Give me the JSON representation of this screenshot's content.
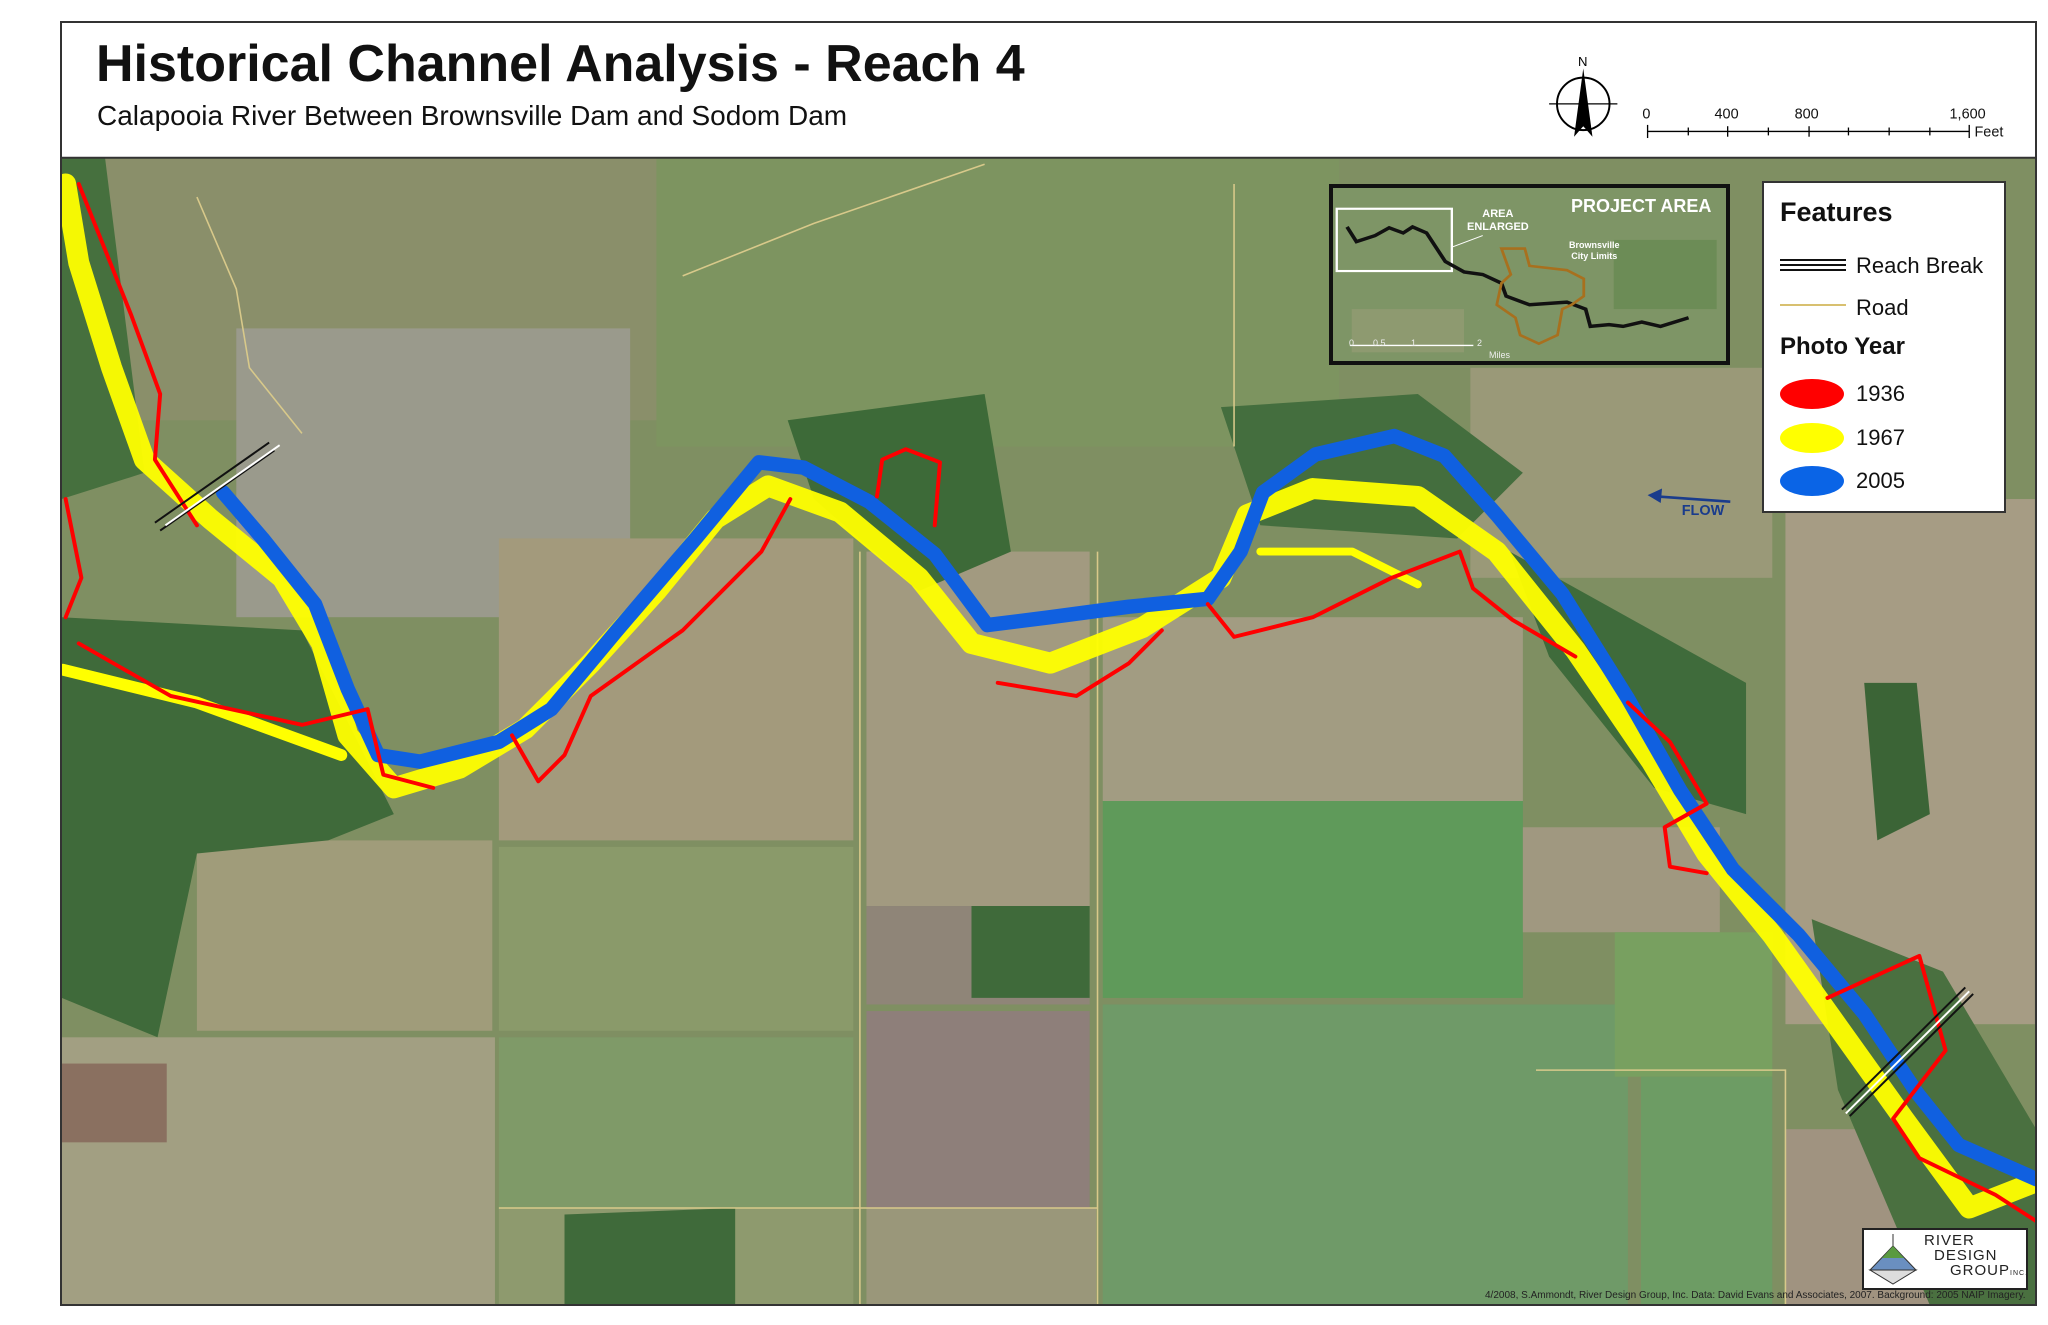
{
  "header": {
    "title": "Historical Channel Analysis - Reach 4",
    "subtitle": "Calapooia River Between Brownsville Dam and Sodom Dam"
  },
  "north_arrow": {
    "label": "N",
    "icon": "north-arrow-icon"
  },
  "scale_bar": {
    "labels": [
      "0",
      "400",
      "800",
      "1,600"
    ],
    "units": "Feet"
  },
  "inset": {
    "title": "PROJECT AREA",
    "area_label_1": "AREA",
    "area_label_2": "ENLARGED",
    "city_label_1": "Brownsville",
    "city_label_2": "City Limits",
    "scale_labels": [
      "0",
      "0.5",
      "1",
      "2"
    ],
    "scale_units": "Miles"
  },
  "legend": {
    "features_title": "Features",
    "reach_break": "Reach Break",
    "road": "Road",
    "photo_year_title": "Photo Year",
    "years": [
      {
        "label": "1936",
        "color": "#ff0000"
      },
      {
        "label": "1967",
        "color": "#ffff00"
      },
      {
        "label": "2005",
        "color": "#0a64e6"
      }
    ]
  },
  "map": {
    "flow_label": "FLOW",
    "flow_color": "#1a3c8c"
  },
  "logo": {
    "line1": "RIVER",
    "line2": "DESIGN",
    "line3": "GROUP",
    "suffix": "INC."
  },
  "credits": "4/2008, S.Ammondt, River Design Group, Inc. Data: David Evans and Associates, 2007. Background: 2005 NAIP Imagery."
}
